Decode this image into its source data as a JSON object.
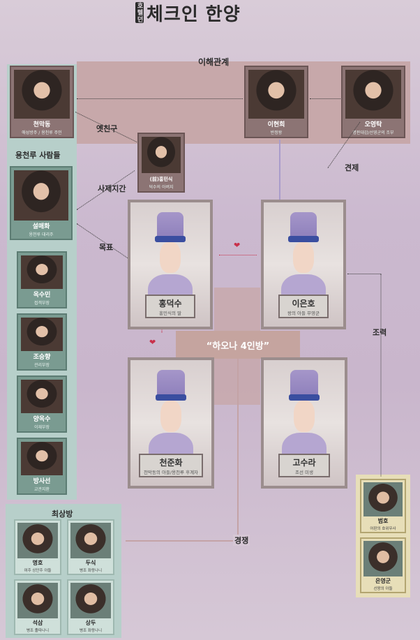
{
  "title": {
    "tag": "호텔던",
    "text": "체크인 한양"
  },
  "labels": {
    "top_band": "이해관계",
    "old_friend": "옛친구",
    "check": "견제",
    "master_disciple": "사제지간",
    "target": "목표",
    "cooperation": "조력",
    "rivalry": "경쟁",
    "center": "“하오나 4인방”",
    "yongcheon_people": "용천루 사람들",
    "choisangbang": "최상방"
  },
  "top_people": [
    {
      "name": "천막동",
      "sub": "애성방주 / 용천루 주인"
    },
    {
      "name": "이현희",
      "sub": "반정왕"
    },
    {
      "name": "오영탁",
      "sub": "병판대감/선영군의 조부"
    },
    {
      "name": "(前)홍민식",
      "sub": "덕수의 아버지"
    }
  ],
  "yongcheon": [
    {
      "name": "설매화",
      "sub": "용천루 대리주"
    },
    {
      "name": "옥수민",
      "sub": "접객부장"
    },
    {
      "name": "조승향",
      "sub": "관리부장"
    },
    {
      "name": "양옥수",
      "sub": "이재부장"
    },
    {
      "name": "방사선",
      "sub": "교관지환"
    }
  ],
  "main_cast": [
    {
      "name": "홍덕수",
      "sub": "홍민식의 딸"
    },
    {
      "name": "이은호",
      "sub": "왕의 아들 무영군"
    },
    {
      "name": "천준화",
      "sub": "천막동의 아들/용천루 후계자"
    },
    {
      "name": "고수라",
      "sub": "조선 미생"
    }
  ],
  "choisang": [
    {
      "name": "명호",
      "sub": "여주 상단주 아들"
    },
    {
      "name": "두식",
      "sub": "병조 좌랑나니"
    },
    {
      "name": "석삼",
      "sub": "병조 졸따나니"
    },
    {
      "name": "상두",
      "sub": "병조 좌랑나니"
    }
  ],
  "right_bottom": [
    {
      "name": "범호",
      "sub": "어판의 호위무사"
    },
    {
      "name": "은영군",
      "sub": "선왕의 아들"
    }
  ]
}
